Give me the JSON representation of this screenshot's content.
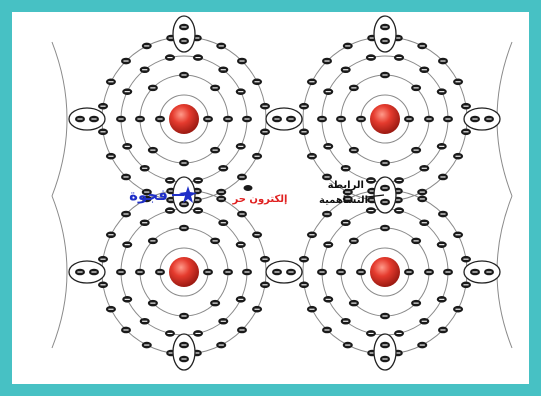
{
  "labels": {
    "hole": "فجوة",
    "free_electron": "إلكترون حر",
    "covalent_bond_line1": "الرابطة",
    "covalent_bond_line2": "التساهمية"
  },
  "colors": {
    "frame": "#47c1c4",
    "nucleus": "#e53b2e",
    "shell": "#8a8a8a",
    "electron": "#1a1a1a",
    "hole_label": "#1f2fc8",
    "free_electron_label": "#e02020",
    "bond_label": "#111111"
  },
  "icons": {
    "nucleus": "red-sphere",
    "electron": "minus-sign-oval",
    "hole": "blue-star"
  }
}
